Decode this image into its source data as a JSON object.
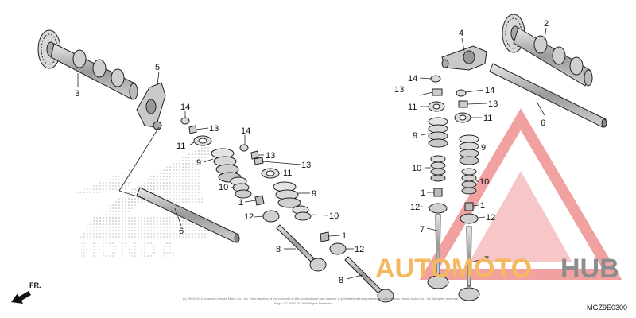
{
  "diagram": {
    "callouts": [
      {
        "id": "c3-left",
        "label": "3"
      },
      {
        "id": "c5",
        "label": "5"
      },
      {
        "id": "c14-a",
        "label": "14"
      },
      {
        "id": "c13-a",
        "label": "13"
      },
      {
        "id": "c11-a",
        "label": "11"
      },
      {
        "id": "c9-a",
        "label": "9"
      },
      {
        "id": "c10-a",
        "label": "10"
      },
      {
        "id": "c1-a",
        "label": "1"
      },
      {
        "id": "c12-a",
        "label": "12"
      },
      {
        "id": "c6-left",
        "label": "6"
      },
      {
        "id": "c14-b",
        "label": "14"
      },
      {
        "id": "c13-b",
        "label": "13"
      },
      {
        "id": "c13-c",
        "label": "13"
      },
      {
        "id": "c11-b",
        "label": "11"
      },
      {
        "id": "c9-b",
        "label": "9"
      },
      {
        "id": "c10-b",
        "label": "10"
      },
      {
        "id": "c1-b",
        "label": "1"
      },
      {
        "id": "c12-b",
        "label": "12"
      },
      {
        "id": "c8-a",
        "label": "8"
      },
      {
        "id": "c8-b",
        "label": "8"
      },
      {
        "id": "c4",
        "label": "4"
      },
      {
        "id": "c2",
        "label": "2"
      },
      {
        "id": "c14-c",
        "label": "14"
      },
      {
        "id": "c13-d",
        "label": "13"
      },
      {
        "id": "c11-c",
        "label": "11"
      },
      {
        "id": "c14-d",
        "label": "14"
      },
      {
        "id": "c13-e",
        "label": "13"
      },
      {
        "id": "c11-d",
        "label": "11"
      },
      {
        "id": "c6-right",
        "label": "6"
      },
      {
        "id": "c9-c",
        "label": "9"
      },
      {
        "id": "c9-d",
        "label": "9"
      },
      {
        "id": "c10-c",
        "label": "10"
      },
      {
        "id": "c10-d",
        "label": "10"
      },
      {
        "id": "c1-c",
        "label": "1"
      },
      {
        "id": "c1-d",
        "label": "1"
      },
      {
        "id": "c12-c",
        "label": "12"
      },
      {
        "id": "c12-d",
        "label": "12"
      },
      {
        "id": "c7-a",
        "label": "7"
      },
      {
        "id": "c7-b",
        "label": "7"
      }
    ],
    "front_label": "FR.",
    "diagram_code": "MGZ9E0300",
    "copyright_line1": "(c) 2003-2015 American Honda Motor Co., Inc. Reproduction of the contents of this publication in any manner is prohibited without permission of American Honda Motor Co., Inc. All rights reserved.",
    "copyright_line2": "Page 1 © 2003-2015 All Rights Reserved"
  },
  "background_logo": {
    "text": "HONDA"
  },
  "watermark": {
    "text_orange": "AUTOMOTO",
    "text_gray": "HUB",
    "colors": {
      "triangle": "#f08a8a",
      "orange": "#f5b860",
      "gray": "#8d8d8d"
    }
  }
}
